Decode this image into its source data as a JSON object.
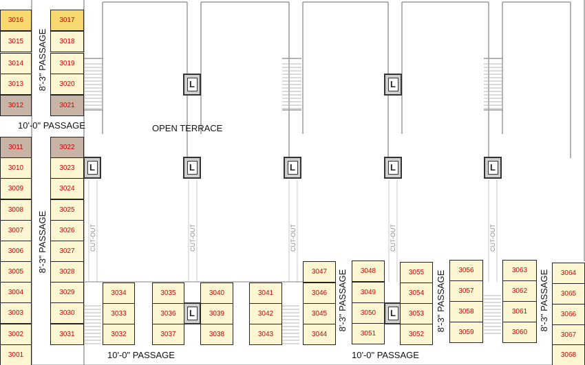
{
  "labels": {
    "open_terrace": "OPEN TERRACE",
    "passage_10": "10'-0\" PASSAGE",
    "passage_8": "8'-3\" PASSAGE",
    "cut_out": "CUT-OUT",
    "lift": "L"
  },
  "shops": {
    "left_col": [
      "3016",
      "3015",
      "3014",
      "3013",
      "3012",
      "3011",
      "3010",
      "3009",
      "3008",
      "3007",
      "3006",
      "3005",
      "3004",
      "3003",
      "3002",
      "3001"
    ],
    "right_col": [
      "3017",
      "3018",
      "3019",
      "3020",
      "3021",
      "3022",
      "3023",
      "3024",
      "3025",
      "3026",
      "3027",
      "3028",
      "3029",
      "3030",
      "3031"
    ],
    "group_a": [
      "3034",
      "3033",
      "3032"
    ],
    "group_b": [
      "3035",
      "3036",
      "3037"
    ],
    "group_c": [
      "3040",
      "3039",
      "3038"
    ],
    "group_d": [
      "3041",
      "3042",
      "3043"
    ],
    "group_e": [
      "3047",
      "3046",
      "3045",
      "3044"
    ],
    "group_f": [
      "3048",
      "3049",
      "3050",
      "3051"
    ],
    "group_g": [
      "3055",
      "3054",
      "3053",
      "3052"
    ],
    "group_h": [
      "3056",
      "3057",
      "3058",
      "3059"
    ],
    "group_i": [
      "3063",
      "3062",
      "3061",
      "3060"
    ],
    "group_j": [
      "3064",
      "3065",
      "3066",
      "3067",
      "3068"
    ]
  },
  "colors": {
    "shop_fill": "#fdf6d3",
    "highlight_fill": "#f7d970",
    "occupied_fill": "#c8b4a6",
    "shop_number": "#d10000"
  }
}
